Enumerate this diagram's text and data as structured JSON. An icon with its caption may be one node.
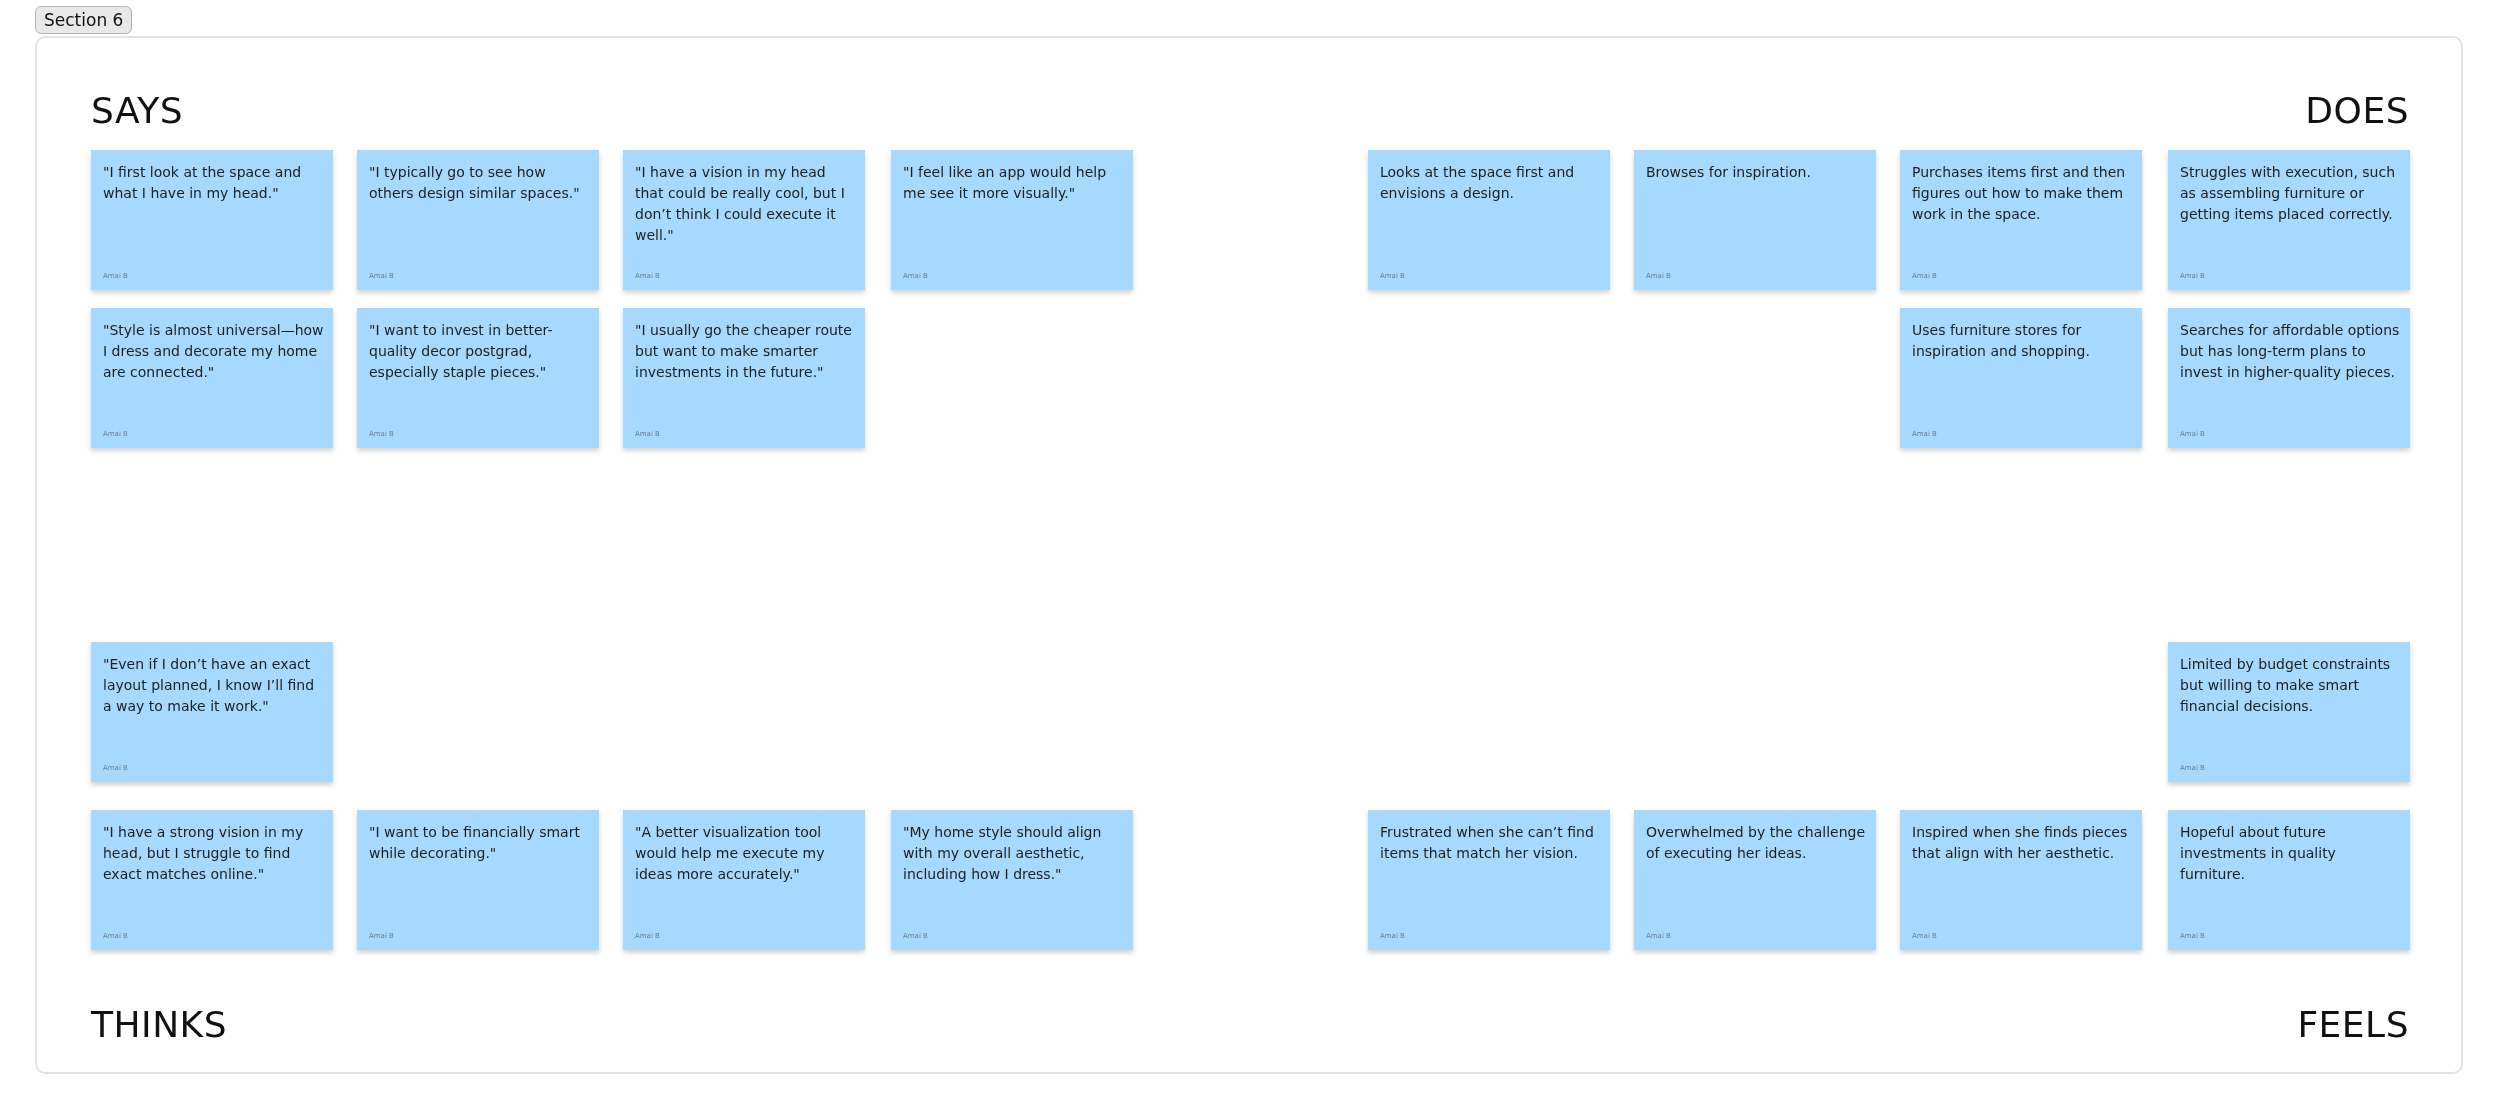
{
  "diagram": {
    "nodes": [
      {
        "text": [
          "Section 6"
        ]
      },
      {
        "text": [
          "\"I first look at the space and what I have in my head.\"",
          "Amai B"
        ],
        "in": 0
      },
      {
        "text": [
          "\"I typically go to see how others design similar spaces.\"",
          "Amai B"
        ],
        "in": 0
      },
      {
        "text": [
          "\"I have a vision in my head that could be really cool, but I don’t think I could execute it well.\"",
          "Amai B"
        ],
        "in": 0
      },
      {
        "text": [
          "\"I feel like an app would help me see it more visually.\"",
          "Amai B"
        ],
        "in": 0
      },
      {
        "text": [
          "Looks at the space first and envisions a design.",
          "Amai B"
        ],
        "in": 0
      },
      {
        "text": [
          "Browses for inspiration.",
          "Amai B"
        ],
        "in": 0
      },
      {
        "text": [
          "Purchases items first and then figures out how to make them work in the space.",
          "Amai B"
        ],
        "in": 0
      },
      {
        "text": [
          "Struggles with execution, such as assembling furniture or getting items placed correctly.",
          "Amai B"
        ],
        "in": 0
      },
      {
        "text": [
          "\"Style is almost universal—how I dress and decorate my home are connected.\"",
          "Amai B"
        ],
        "in": 0
      },
      {
        "text": [
          "\"I want to invest in better-quality decor postgrad, especially staple pieces.\"",
          "Amai B"
        ],
        "in": 0
      },
      {
        "text": [
          "\"I usually go the cheaper route but want to make smarter investments in the future.\"",
          "Amai B"
        ],
        "in": 0
      },
      {
        "text": [
          "Uses furniture stores for inspiration and shopping.",
          "Amai B"
        ],
        "in": 0
      },
      {
        "text": [
          "Searches for affordable options but has long-term plans to invest in higher-quality pieces.",
          "Amai B"
        ],
        "in": 0
      },
      {
        "text": [
          "\"Even if I don’t have an exact layout planned, I know I’ll find a way to make it work.\"",
          "Amai B"
        ],
        "in": 0
      },
      {
        "text": [
          "Limited by budget constraints but willing to make smart financial decisions.",
          "Amai B"
        ],
        "in": 0
      },
      {
        "text": [
          "\"I have a strong vision in my head, but I struggle to find exact matches online.\"",
          "Amai B"
        ],
        "in": 0
      },
      {
        "text": [
          "\"I want to be financially smart while decorating.\"",
          "Amai B"
        ],
        "in": 0
      },
      {
        "text": [
          "\"A better visualization tool would help me execute my ideas more accurately.\"",
          "Amai B"
        ],
        "in": 0
      },
      {
        "text": [
          "\"My home style should align with my overall aesthetic, including how I dress.\"",
          "Amai B"
        ],
        "in": 0
      },
      {
        "text": [
          "Frustrated when she can’t find items that match her vision.",
          "Amai B"
        ],
        "in": 0
      },
      {
        "text": [
          "Overwhelmed by the challenge of executing her ideas.",
          "Amai B"
        ],
        "in": 0
      },
      {
        "text": [
          "Inspired when she finds pieces that align with her aesthetic.",
          "Amai B"
        ],
        "in": 0
      },
      {
        "text": [
          "Hopeful about future investments in quality furniture.",
          "Amai B"
        ],
        "in": 0
      }
    ],
    "edges": [],
    "labels": [
      "SAYS",
      "DOES",
      "THINKS",
      "FEELS"
    ]
  }
}
